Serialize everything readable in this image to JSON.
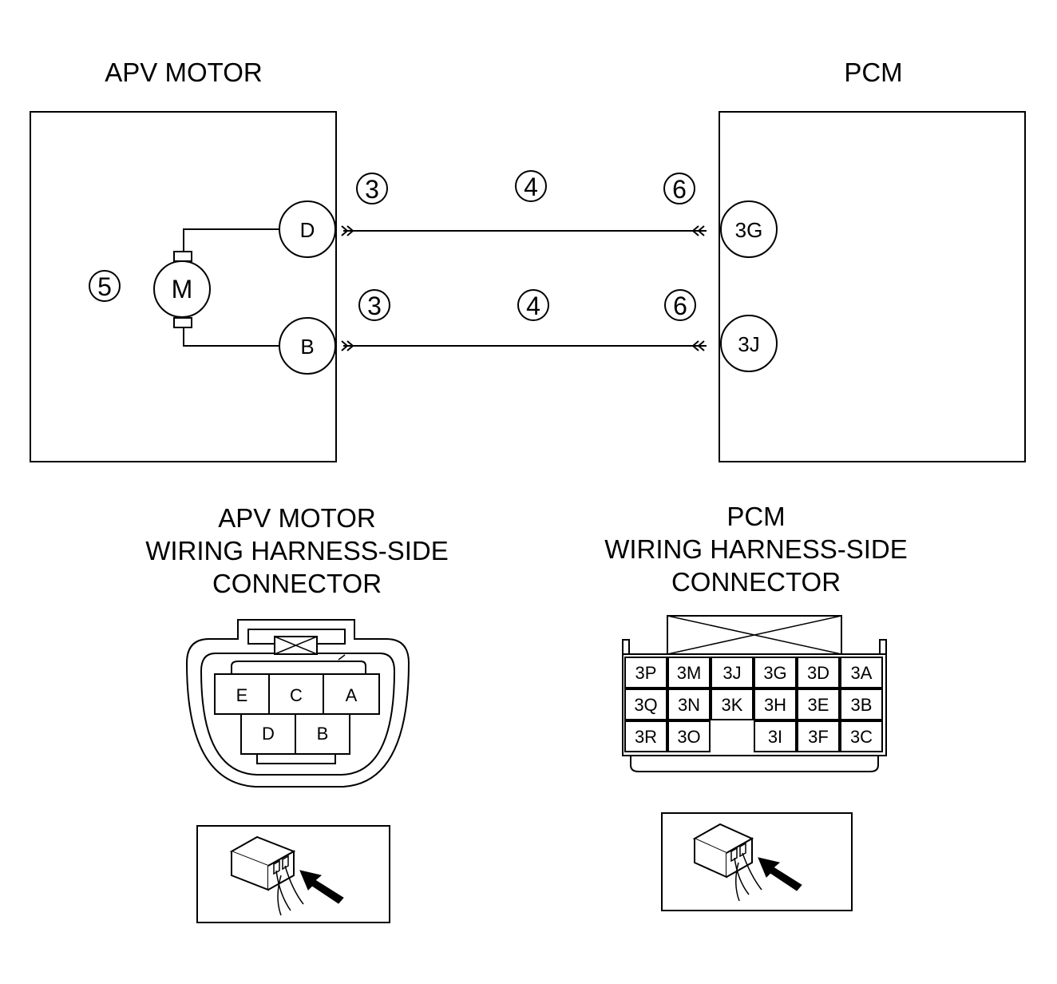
{
  "components": {
    "left_title": "APV MOTOR",
    "right_title": "PCM",
    "motor_label": "M"
  },
  "terminals": {
    "apv_d": "D",
    "apv_b": "B",
    "pcm_3g": "3G",
    "pcm_3j": "3J"
  },
  "steps": {
    "top_left": "3",
    "top_mid": "4",
    "top_right": "6",
    "bot_left": "3",
    "bot_mid": "4",
    "bot_right": "6",
    "motor_step": "5"
  },
  "connector_captions": {
    "apv": [
      "APV MOTOR",
      "WIRING HARNESS-SIDE",
      "CONNECTOR"
    ],
    "pcm": [
      "PCM",
      "WIRING HARNESS-SIDE",
      "CONNECTOR"
    ]
  },
  "apv_connector": {
    "top_row": [
      "E",
      "C",
      "A"
    ],
    "bottom_row": [
      "D",
      "B"
    ]
  },
  "pcm_connector": {
    "rows": [
      [
        "3P",
        "3M",
        "3J",
        "3G",
        "3D",
        "3A"
      ],
      [
        "3Q",
        "3N",
        "3K",
        "3H",
        "3E",
        "3B"
      ],
      [
        "3R",
        "3O",
        "",
        "3I",
        "3F",
        "3C"
      ]
    ]
  }
}
